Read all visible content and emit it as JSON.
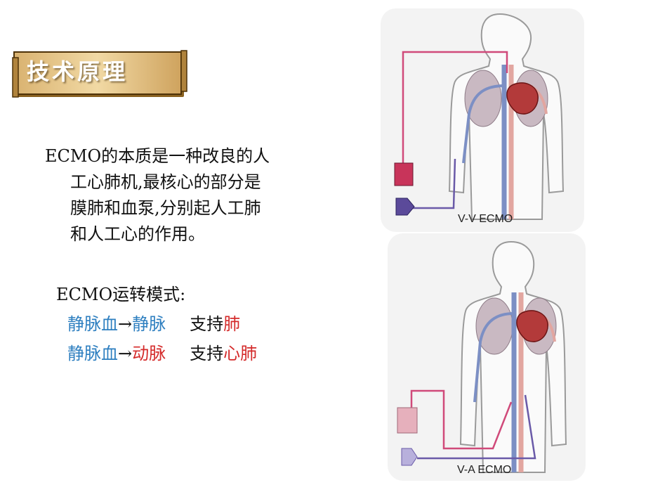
{
  "banner": {
    "title": "技术原理"
  },
  "paragraph": {
    "lines": [
      "ECMO的本质是一种改良的人",
      "工心肺机,最核心的部分是",
      "膜肺和血泵,分别起人工肺",
      "和人工心的作用。"
    ]
  },
  "modes": {
    "heading": "ECMO运转模式:",
    "rows": [
      {
        "from": "静脉血",
        "arrow": "→",
        "to": "静脉",
        "support_prefix": "支持",
        "support_target": "肺"
      },
      {
        "from": "静脉血",
        "arrow": "→",
        "to": "动脉",
        "support_prefix": "支持",
        "support_target": "心肺"
      }
    ]
  },
  "figures": {
    "vv_label": "V-V ECMO",
    "va_label": "V-A ECMO"
  },
  "colors": {
    "blue_text": "#2e7fc0",
    "red_text": "#d42a2a",
    "banner_fill": "#e8c98c",
    "banner_border": "#5a3a0c"
  }
}
